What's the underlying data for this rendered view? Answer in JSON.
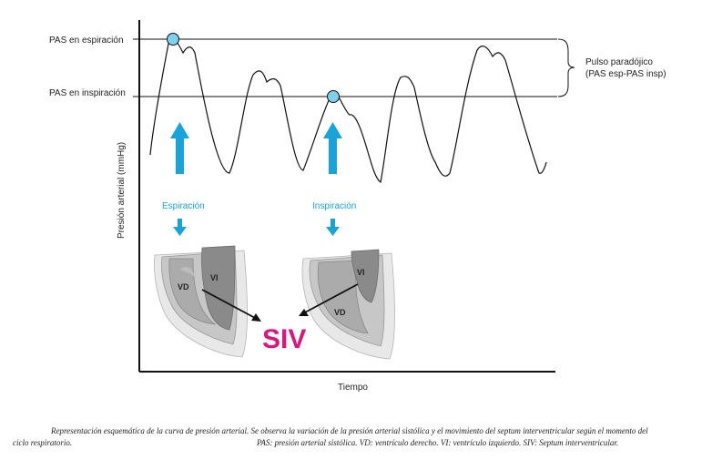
{
  "labels": {
    "pas_espiracion": "PAS en espiración",
    "pas_inspiracion": "PAS en inspiración",
    "pulso_line1": "Pulso paradójico",
    "pulso_line2": "(PAS esp-PAS insp)",
    "y_axis": "Presión arterial (mmHg)",
    "x_axis": "Tiempo",
    "espiracion": "Espiración",
    "inspiracion": "Inspiración",
    "vd": "VD",
    "vi": "VI",
    "siv": "SIV"
  },
  "caption": {
    "line1": "Representación esquemática de la curva de presión arterial. Se observa la variación de la presión arterial sistólica y el movimiento del septum interventricular según el momento del",
    "line2a": "ciclo respiratorio.",
    "line2b": "PAS: presión arterial sistólica. VD: ventrículo derecho. VI: ventrículo izquierdo. SIV: Septum interventricular."
  },
  "colors": {
    "arrow_blue": "#1aa3d9",
    "marker_fill": "#7fd0ee",
    "siv_magenta": "#d6187f",
    "heart_outer": "#e6e6e6",
    "heart_mid": "#c4c4c4",
    "heart_dark": "#8a8a8a"
  }
}
